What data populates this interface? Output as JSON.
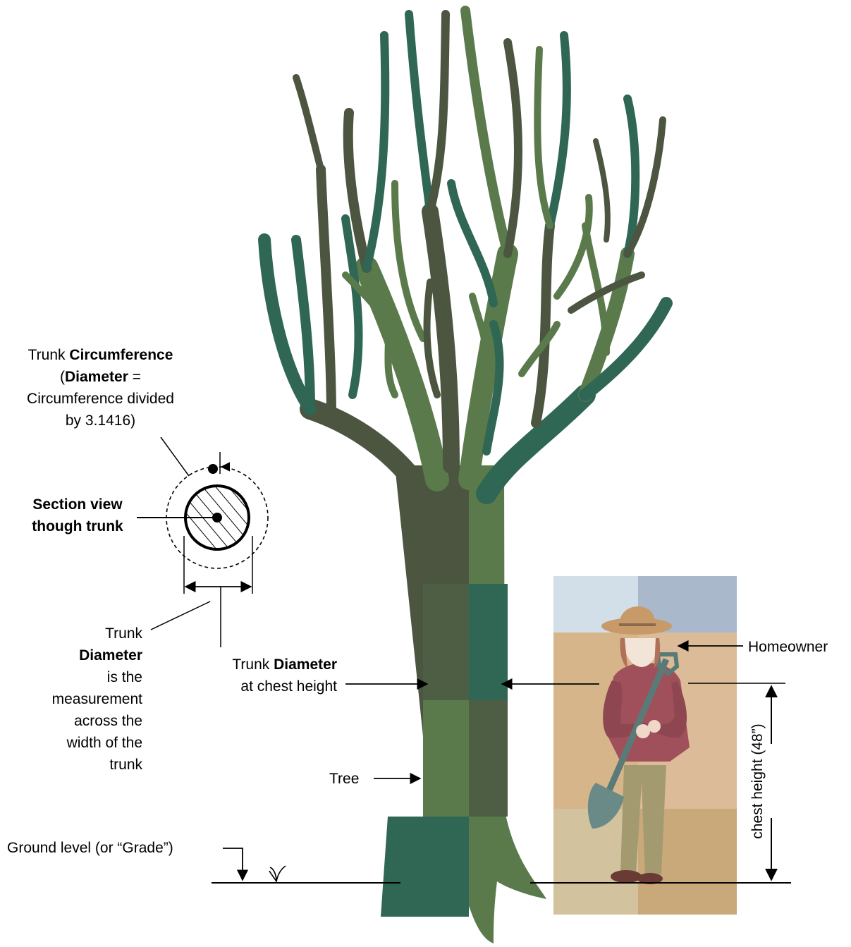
{
  "labels": {
    "circumference": {
      "l1a": "Trunk ",
      "l1b": "Circumference",
      "l2a": "(",
      "l2b": "Diameter",
      "l2c": " =",
      "l3": "Circumference divided",
      "l4": "by 3.1416)"
    },
    "section_view": {
      "l1": "Section view",
      "l2": "though trunk"
    },
    "trunk_diameter_def": {
      "l1": "Trunk",
      "l2": "Diameter",
      "l3": "is the",
      "l4": "measurement",
      "l5": "across the",
      "l6": "width of the",
      "l7": "trunk"
    },
    "trunk_diameter_chest": {
      "l1a": "Trunk ",
      "l1b": "Diameter",
      "l2": "at chest height"
    },
    "tree": "Tree",
    "homeowner": "Homeowner",
    "chest_height": "chest height (48”)",
    "ground_level": "Ground level (or “Grade”)"
  },
  "colors": {
    "dark_olive": "#4b5540",
    "mid_green": "#5a7a4c",
    "teal": "#2f6654",
    "light_green": "#6e8e5c",
    "sky": "#d2dfe8",
    "sky_dark": "#aab8cc",
    "sand": "#d8b68c",
    "sand_dark": "#cfa57c",
    "hat": "#c89a6a",
    "shirt": "#a0505a",
    "pants": "#a49a70",
    "shovel": "#5a7a78"
  }
}
